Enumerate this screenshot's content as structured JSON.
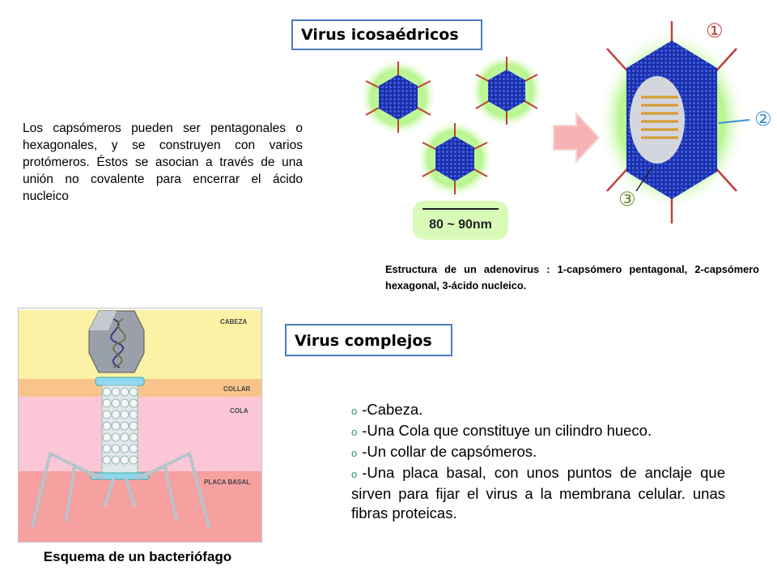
{
  "titles": {
    "icosahedral": "Virus icosaédricos",
    "complex": "Virus complejos"
  },
  "paragraph": "Los capsómeros pueden ser pentagonales o hexagonales, y se construyen con varios protómeros. Éstos se asocian a través de una unión no covalente para encerrar el ácido nucleico",
  "adenovirus": {
    "scale_label": "80 ~ 90nm",
    "markers": [
      "①",
      "②",
      "③"
    ],
    "caption": "Estructura de un adenovirus : 1-capsómero pentagonal, 2-capsómero hexagonal, 3-ácido nucleico."
  },
  "bacteriophage": {
    "bands": [
      "CABEZA",
      "COLLAR",
      "COLA",
      "PLACA BASAL"
    ],
    "caption": "Esquema de un bacteriófago"
  },
  "complex_list": [
    "-Cabeza.",
    "-Una Cola que constituye un cilindro hueco.",
    "-Un collar de capsómeros.",
    "-Una placa basal, con unos puntos de anclaje que sirven para fijar el virus a la membrana celular. unas fibras proteicas."
  ],
  "colors": {
    "title_border": "#4a7ebb",
    "bullet": "#2f8f78",
    "capsid": "#1f3fbf",
    "glow": "#a8f07a"
  }
}
